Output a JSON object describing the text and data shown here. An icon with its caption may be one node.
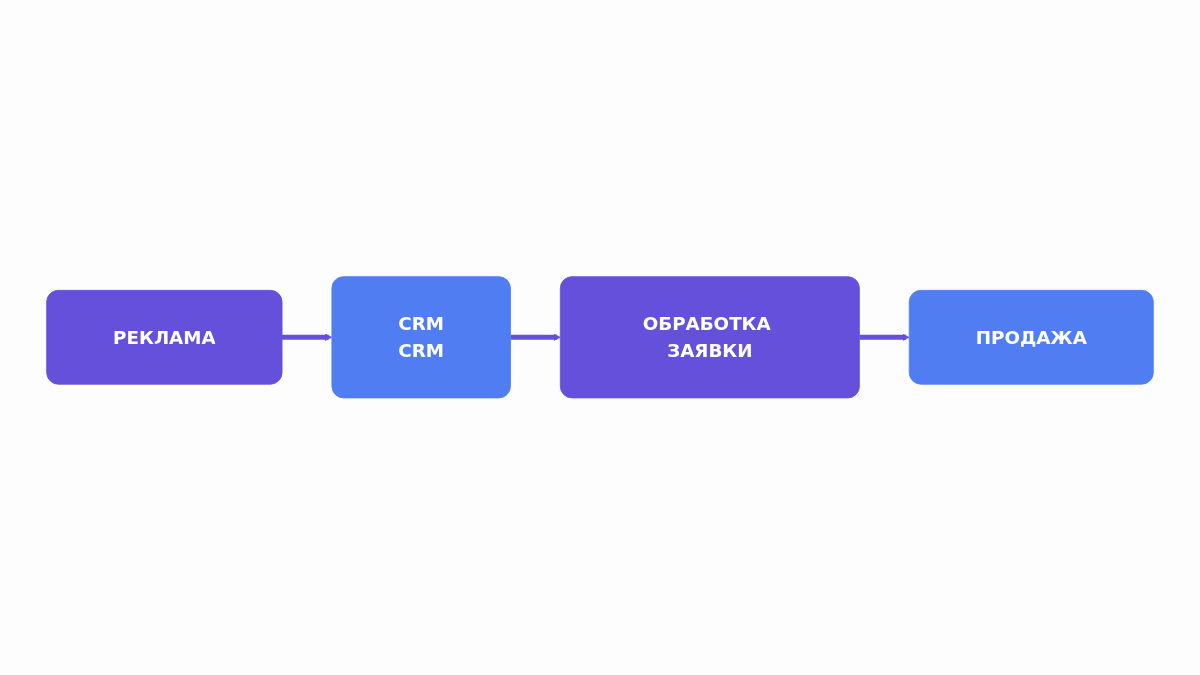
{
  "diagram": {
    "nodes": [
      {
        "text": [
          "РЕКЛАМА"
        ]
      },
      {
        "text": [
          "CRM",
          "CRM"
        ]
      },
      {
        "text": [
          "ОБРАБОТКА ЗАЯВКИ"
        ]
      },
      {
        "text": [
          "ПРОДАЖА"
        ]
      }
    ],
    "edges": [
      {
        "from": 0,
        "to": 1,
        "arrow": "to"
      },
      {
        "from": 1,
        "to": 2,
        "arrow": "to"
      },
      {
        "from": 2,
        "to": 3,
        "arrow": "to"
      }
    ]
  }
}
